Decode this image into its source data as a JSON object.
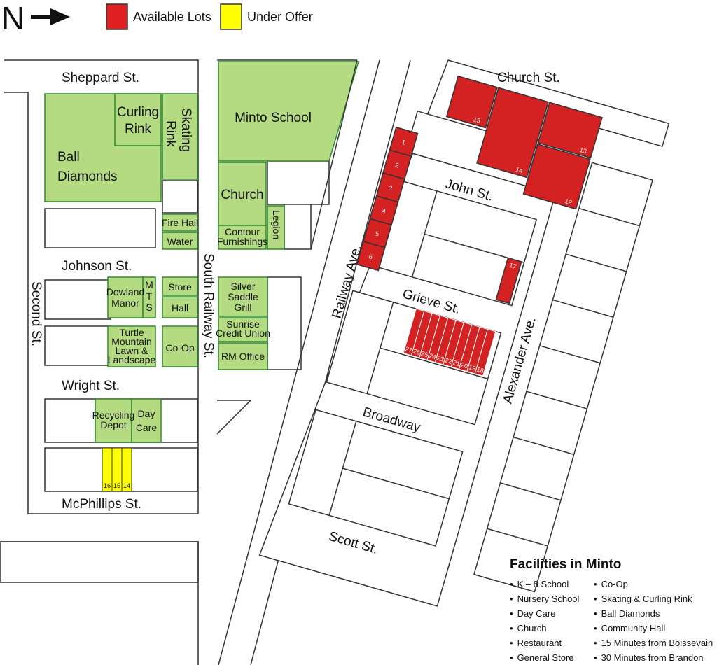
{
  "compass": {
    "letter": "N",
    "icon": "north-arrow-icon"
  },
  "legend": [
    {
      "label": "Available Lots",
      "color": "#e02020"
    },
    {
      "label": "Under Offer",
      "color": "#ffff00"
    }
  ],
  "colors": {
    "facility": "#b5db82",
    "facility_stroke": "#2e8b2e",
    "available": "#d42222",
    "under_offer": "#ffff00",
    "road_stroke": "#333333"
  },
  "streets": {
    "sheppard": "Sheppard St.",
    "johnson": "Johnson St.",
    "wright": "Wright St.",
    "mcphillips": "McPhillips St.",
    "second": "Second St.",
    "south_railway": "South Railway St.",
    "church": "Church St.",
    "john": "John St.",
    "railway_ave": "Railway Ave.",
    "grieve": "Grieve St.",
    "alexander": "Alexander Ave.",
    "broadway": "Broadway",
    "scott": "Scott St."
  },
  "buildings": {
    "ball_diamonds": [
      "Ball",
      "Diamonds"
    ],
    "curling_rink": [
      "Curling",
      "Rink"
    ],
    "skating_rink": [
      "Skating",
      "Rink"
    ],
    "minto_school": "Minto School",
    "church": "Church",
    "contour": [
      "Contour",
      "Furnishings"
    ],
    "legion": "Legion",
    "fire_hall": "Fire Hall",
    "water": "Water",
    "dowland": [
      "Dowland",
      "Manor"
    ],
    "mts": [
      "M",
      "T",
      "S"
    ],
    "store": "Store",
    "hall": "Hall",
    "silver_saddle": [
      "Silver",
      "Saddle",
      "Grill"
    ],
    "turtle_mountain": [
      "Turtle",
      "Mountain",
      "Lawn &",
      "Landscape"
    ],
    "coop": "Co-Op",
    "sunrise": [
      "Sunrise",
      "Credit Union"
    ],
    "rm_office": "RM Office",
    "recycling": [
      "Recycling",
      "Depot"
    ],
    "day_care": [
      "Day",
      "Care"
    ]
  },
  "available_lots": {
    "railway": [
      "1",
      "2",
      "3",
      "4",
      "5",
      "6"
    ],
    "church_block": [
      "15",
      "14",
      "13",
      "12"
    ],
    "lot17": "17",
    "grieve_row": [
      "27",
      "26",
      "25",
      "24",
      "23",
      "22",
      "21",
      "20",
      "19",
      "18"
    ]
  },
  "under_offer_lots": [
    "16",
    "15",
    "14"
  ],
  "facilities": {
    "title": "Facilities in Minto",
    "left": [
      "K – 8 School",
      "Nursery School",
      "Day Care",
      "Church",
      "Restaurant",
      "General Store"
    ],
    "right": [
      "Co-Op",
      "Skating & Curling Rink",
      "Ball Diamonds",
      "Community Hall",
      "15 Minutes from Boissevain",
      "30 Minutes from Brandon"
    ]
  }
}
